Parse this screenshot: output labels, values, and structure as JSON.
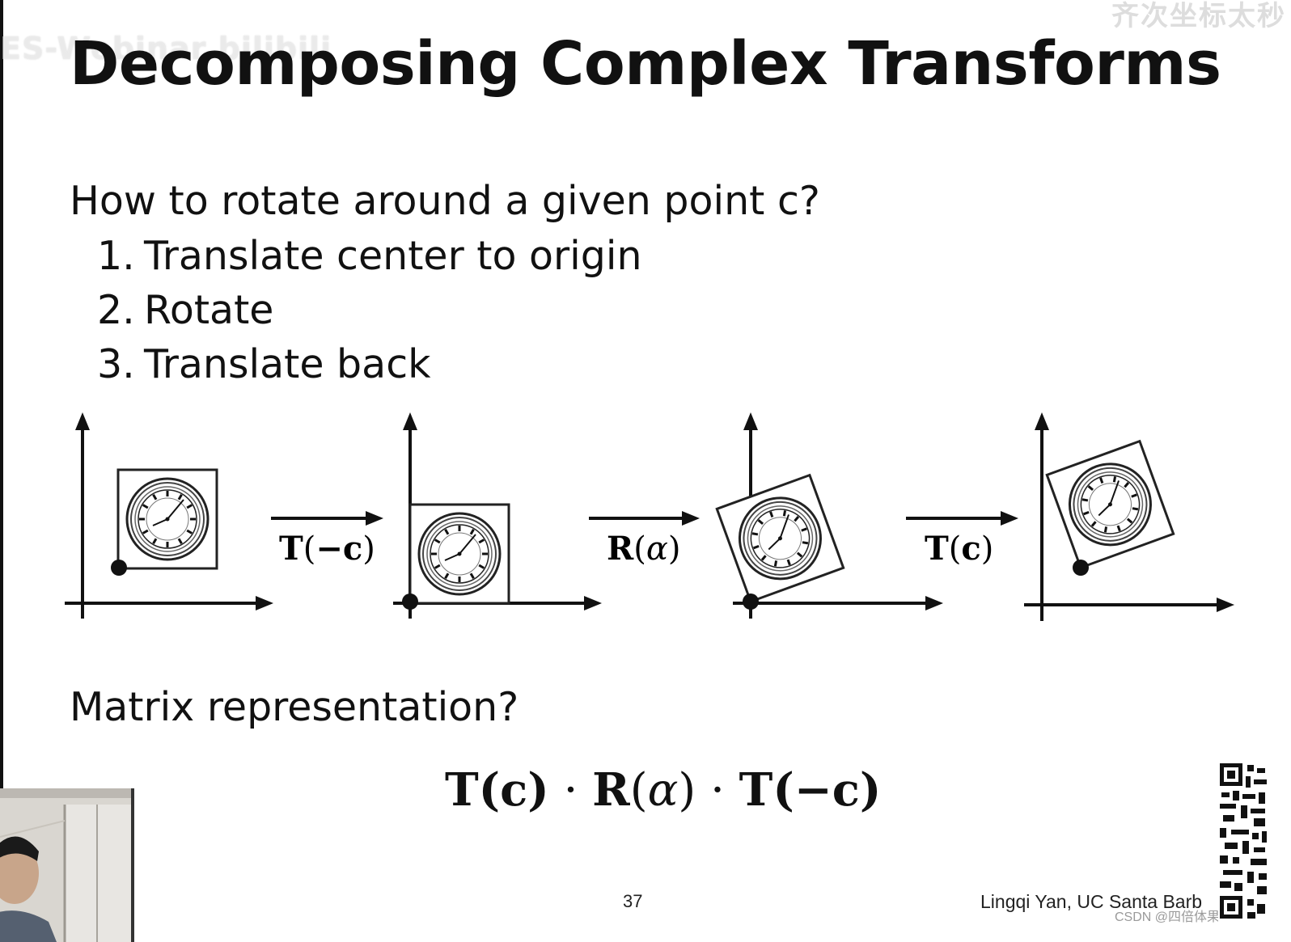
{
  "watermarks": {
    "left": "ES-Webinar bilibili",
    "right": "齐次坐标太秒"
  },
  "slide": {
    "title": "Decomposing Complex Transforms",
    "question": "How to rotate around a given point c?",
    "steps": [
      {
        "number": "1.",
        "text": "Translate center to origin"
      },
      {
        "number": "2.",
        "text": "Rotate"
      },
      {
        "number": "3.",
        "text": "Translate back"
      }
    ],
    "figure": {
      "operations": [
        {
          "bold": "T",
          "open": "(",
          "math": "−c",
          "close": ")"
        },
        {
          "bold": "R",
          "open": "(",
          "math": "α",
          "close": ")"
        },
        {
          "bold": "T",
          "open": "(",
          "math": "c",
          "close": ")"
        }
      ],
      "clock_icon": "clock-icon",
      "rotation_deg": -20
    },
    "matrix_question": "Matrix representation?",
    "formula": {
      "t1": "T",
      "t1_arg": "(c)",
      "dot": " · ",
      "r": "R",
      "r_arg_open": "(",
      "r_arg": "α",
      "r_arg_close": ")",
      "t2": "T",
      "t2_arg": "(−c)"
    },
    "page_number": "37",
    "author": "Lingqi Yan, UC Santa Barb"
  },
  "footer": {
    "csdn": "CSDN @四倍体果蝇"
  },
  "colors": {
    "background": "#ffffff",
    "text": "#111111"
  }
}
